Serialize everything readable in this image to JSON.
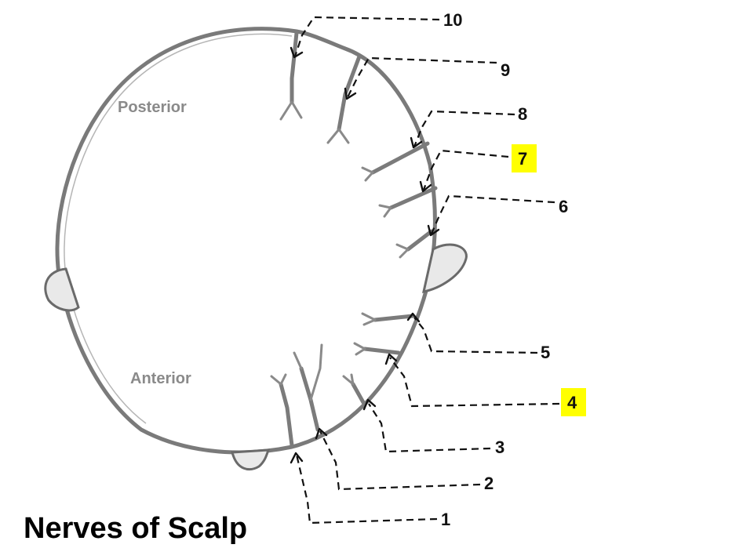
{
  "title": "Nerves of Scalp",
  "regions": {
    "posterior": "Posterior",
    "anterior": "Anterior"
  },
  "callouts": [
    {
      "label": "1",
      "highlighted": false
    },
    {
      "label": "2",
      "highlighted": false
    },
    {
      "label": "3",
      "highlighted": false
    },
    {
      "label": "4",
      "highlighted": true
    },
    {
      "label": "5",
      "highlighted": false
    },
    {
      "label": "6",
      "highlighted": false
    },
    {
      "label": "7",
      "highlighted": true
    },
    {
      "label": "8",
      "highlighted": false
    },
    {
      "label": "9",
      "highlighted": false
    },
    {
      "label": "10",
      "highlighted": false
    }
  ],
  "colors": {
    "highlight": "#ffff00",
    "outline": "#7a7a7a",
    "leader": "#111111"
  }
}
